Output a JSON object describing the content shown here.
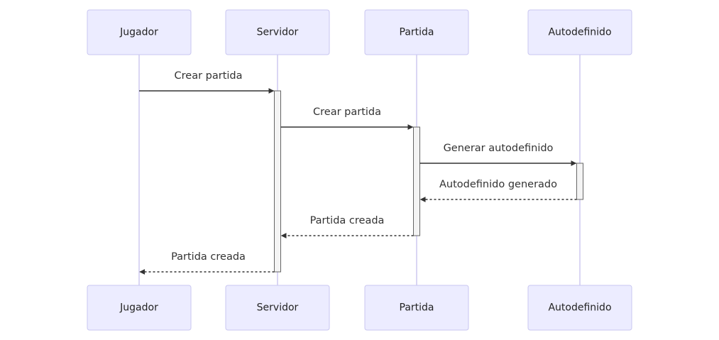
{
  "diagram": {
    "type": "sequence",
    "participants": [
      {
        "id": "jugador",
        "label": "Jugador"
      },
      {
        "id": "servidor",
        "label": "Servidor"
      },
      {
        "id": "partida",
        "label": "Partida"
      },
      {
        "id": "autodefinido",
        "label": "Autodefinido"
      }
    ],
    "messages": [
      {
        "from": "jugador",
        "to": "servidor",
        "label": "Crear partida",
        "style": "solid"
      },
      {
        "from": "servidor",
        "to": "partida",
        "label": "Crear partida",
        "style": "solid"
      },
      {
        "from": "partida",
        "to": "autodefinido",
        "label": "Generar autodefinido",
        "style": "solid"
      },
      {
        "from": "autodefinido",
        "to": "partida",
        "label": "Autodefinido generado",
        "style": "dashed"
      },
      {
        "from": "partida",
        "to": "servidor",
        "label": "Partida creada",
        "style": "dashed"
      },
      {
        "from": "servidor",
        "to": "jugador",
        "label": "Partida creada",
        "style": "dashed"
      }
    ],
    "activations": [
      {
        "participant": "servidor",
        "from_message": 0,
        "to_message": 5
      },
      {
        "participant": "partida",
        "from_message": 1,
        "to_message": 4
      },
      {
        "participant": "autodefinido",
        "from_message": 2,
        "to_message": 3
      }
    ]
  }
}
